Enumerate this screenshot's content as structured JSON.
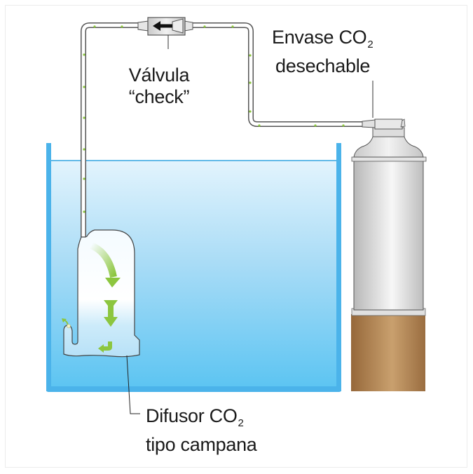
{
  "diagram": {
    "title": "Sistema de CO2 con envase desechable",
    "labels": {
      "valve": {
        "line1": "Válvula",
        "line2": "“check”"
      },
      "canister": {
        "line1": "Envase CO",
        "line1_sub": "2",
        "line2": "desechable"
      },
      "diffuser": {
        "line1": "Difusor CO",
        "line1_sub": "2",
        "line2": "tipo campana"
      }
    },
    "components": [
      {
        "id": "co2-canister",
        "name": "Envase CO2 desechable"
      },
      {
        "id": "check-valve",
        "name": "Válvula check",
        "flow_direction": "left"
      },
      {
        "id": "co2-tubing",
        "name": "Tubo de CO2"
      },
      {
        "id": "bell-diffuser",
        "name": "Difusor CO2 tipo campana"
      },
      {
        "id": "aquarium-tank",
        "name": "Acuario con agua"
      }
    ],
    "colors": {
      "water_top": "#e3f4fd",
      "water_bottom": "#5bc4f2",
      "tank_wall": "#4bb3ea",
      "flow_arrow": "#8cc63f",
      "canister_body": "#d8d8d8",
      "canister_base": "#b08552",
      "tube_outline": "#555555"
    }
  }
}
